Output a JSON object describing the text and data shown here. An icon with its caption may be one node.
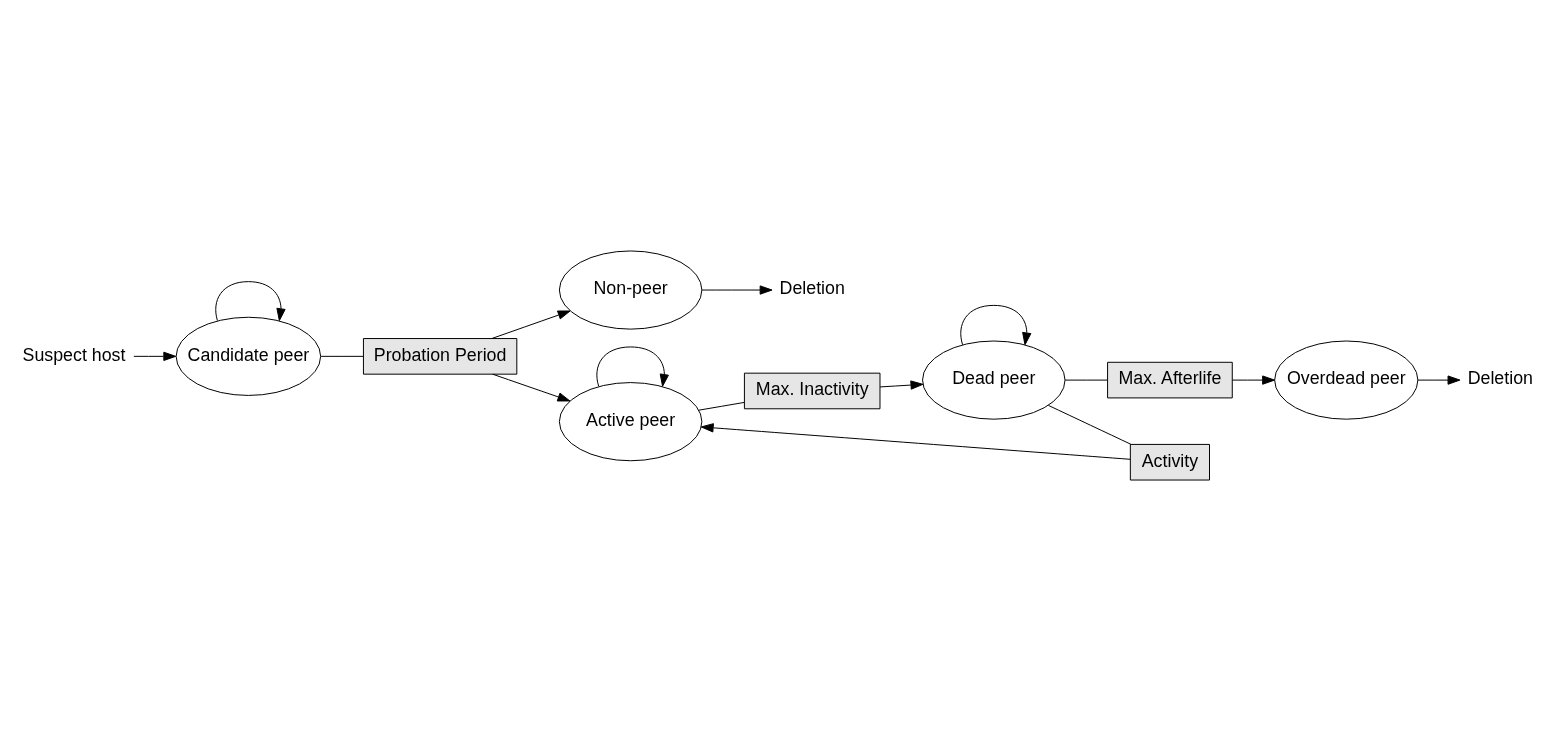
{
  "diagram": {
    "nodes": [
      {
        "text": [
          "Suspect host"
        ]
      },
      {
        "text": [
          "Candidate peer"
        ]
      },
      {
        "text": [
          "Probation Period"
        ]
      },
      {
        "text": [
          "Non-peer"
        ]
      },
      {
        "text": [
          "Deletion"
        ]
      },
      {
        "text": [
          "Active peer"
        ]
      },
      {
        "text": [
          "Activity"
        ]
      },
      {
        "text": [
          "Max. Inactivity"
        ]
      },
      {
        "text": [
          "Dead peer"
        ]
      },
      {
        "text": [
          "Max. Afterlife"
        ]
      },
      {
        "text": [
          "Overdead peer"
        ]
      },
      {
        "text": [
          "Deletion"
        ]
      }
    ],
    "edges": [
      {
        "from": 0,
        "to": 1,
        "arrow": "to"
      },
      {
        "from": 1,
        "to": 1,
        "arrow": "to"
      },
      {
        "from": 1,
        "to": 2,
        "arrow": "none"
      },
      {
        "from": 2,
        "to": 5,
        "arrow": "to"
      },
      {
        "from": 2,
        "to": 3,
        "arrow": "to"
      },
      {
        "from": 3,
        "to": 4,
        "arrow": "to"
      },
      {
        "from": 5,
        "to": 5,
        "arrow": "to"
      },
      {
        "from": 8,
        "to": 6,
        "arrow": "none"
      },
      {
        "from": 6,
        "to": 5,
        "arrow": "to"
      },
      {
        "from": 5,
        "to": 7,
        "arrow": "none"
      },
      {
        "from": 7,
        "to": 8,
        "arrow": "to"
      },
      {
        "from": 8,
        "to": 8,
        "arrow": "to"
      },
      {
        "from": 8,
        "to": 9,
        "arrow": "none"
      },
      {
        "from": 9,
        "to": 10,
        "arrow": "to"
      },
      {
        "from": 10,
        "to": 11,
        "arrow": "to"
      }
    ]
  }
}
